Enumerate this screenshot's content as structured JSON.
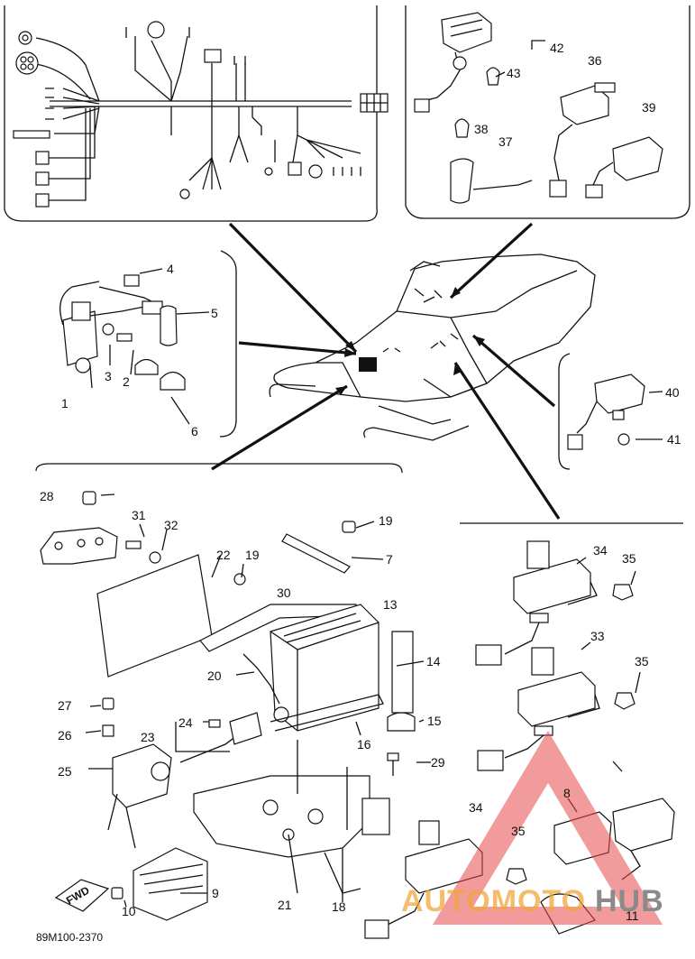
{
  "labels": {
    "l1": "1",
    "l2": "2",
    "l3": "3",
    "l4": "4",
    "l5": "5",
    "l6": "6",
    "l7": "7",
    "l8": "8",
    "l9": "9",
    "l10": "10",
    "l11": "11",
    "l13": "13",
    "l14": "14",
    "l15": "15",
    "l16": "16",
    "l18": "18",
    "l19a": "19",
    "l19b": "19",
    "l20": "20",
    "l21": "21",
    "l22": "22",
    "l23": "23",
    "l24": "24",
    "l25": "25",
    "l26": "26",
    "l27": "27",
    "l28": "28",
    "l29": "29",
    "l30": "30",
    "l31": "31",
    "l32": "32",
    "l33": "33",
    "l34a": "34",
    "l34b": "34",
    "l35a": "35",
    "l35b": "35",
    "l35c": "35",
    "l36": "36",
    "l37": "37",
    "l38": "38",
    "l39": "39",
    "l40": "40",
    "l41": "41",
    "l42": "42",
    "l43": "43"
  },
  "fwd_arrow": "FWD",
  "part_code": "89M100-2370",
  "watermark": {
    "part1": "AUTOMOTO",
    "part2": "HUB",
    "color1": "#f2a53a",
    "color2": "#8a8a8a",
    "triangle_color": "#e8494a"
  }
}
